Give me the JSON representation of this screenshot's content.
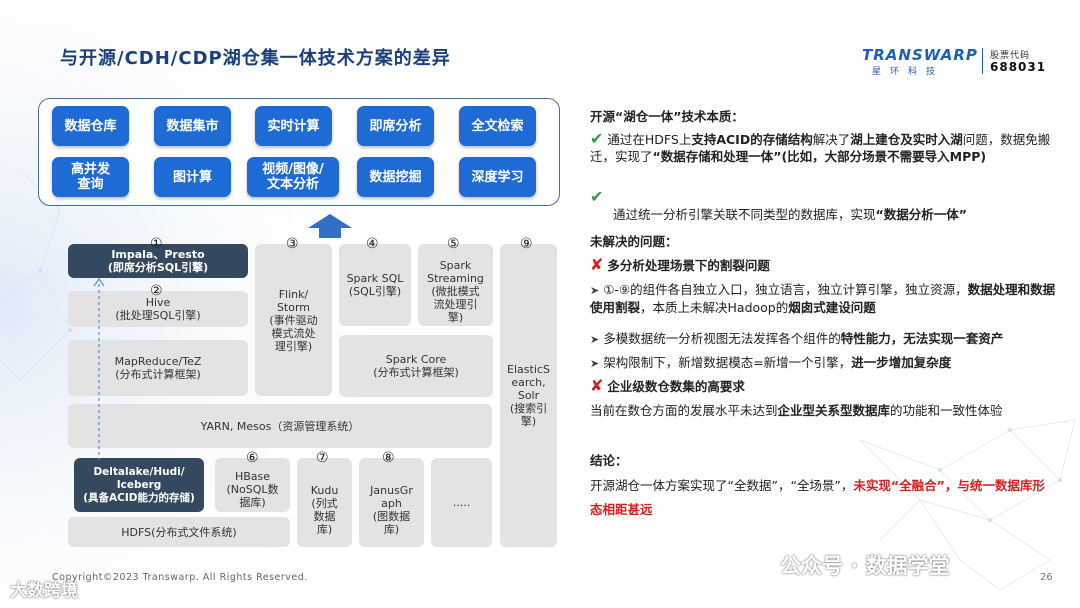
{
  "header": {
    "title": "与开源/CDH/CDP湖仓集一体技术方案的差异",
    "logo_main": "TRANSWARP",
    "logo_sub": "星环科技",
    "stock_label": "股票代码",
    "stock_code": "688031"
  },
  "apps": [
    "数据仓库",
    "数据集市",
    "实时计算",
    "即席分析",
    "全文检索",
    "高并发\n查询",
    "图计算",
    "视频/图像/\n文本分析",
    "数据挖掘",
    "深度学习"
  ],
  "arch": {
    "impala": "Impala、Presto\n(即席分析SQL引擎)",
    "hive": "Hive\n(批处理SQL引擎)",
    "mapreduce": "MapReduce/TeZ\n(分布式计算框架)",
    "yarn": "YARN, Mesos（资源管理系统）",
    "deltalake": "Deltalake/Hudi/\nIceberg\n(具备ACID能力的存储)",
    "hdfs": "HDFS(分布式文件系统)",
    "flink": "Flink/\nStorm\n(事件驱动\n模式流处\n理引擎)",
    "spark_sql": "Spark SQL\n(SQL引擎)",
    "spark_streaming": "Spark\nStreaming\n(微批模式\n流处理引\n擎)",
    "spark_core": "Spark Core\n(分布式计算框架)",
    "elastic": "ElasticS\nearch,\nSolr\n(搜索引\n擎)",
    "hbase": "HBase\n(NoSQL数\n据库)",
    "kudu": "Kudu\n(列式\n数据\n库)",
    "janus": "JanusGr\naph\n(图数据\n库)",
    "more": ".....",
    "nums": [
      "①",
      "②",
      "③",
      "④",
      "⑤",
      "⑥",
      "⑦",
      "⑧",
      "⑨"
    ]
  },
  "right": {
    "h1": "开源“湖仓一体”技术本质：",
    "p1_a": "通过在HDFS上",
    "p1_b": "支持ACID的存储结构",
    "p1_c": "解决了",
    "p1_d": "湖上建仓及实时入湖",
    "p1_e": "问题，数据免搬迁，实现了",
    "p1_f": "“数据存储和处理一体”(比如，大部分场景不需要导入MPP)",
    "p2_a": "通过统一分析引擎关联不同类型的数据库，实现",
    "p2_b": "“数据分析一体”",
    "h2": "未解决的问题：",
    "c1": "多分析处理场景下的割裂问题",
    "b1_a": "①-⑨的组件各自独立入口，独立语言，独立计算引擎，独立资源，",
    "b1_b": "数据处理和数据使用割裂",
    "b1_c": "，本质上未解决Hadoop的",
    "b1_d": "烟囱式建设问题",
    "b2_a": "多模数据统一分析视图无法发挥各个组件的",
    "b2_b": "特性能力，无法实现一套资产",
    "b3_a": "架构限制下，新增数据模态=新增一个引擎，",
    "b3_b": "进一步增加复杂度",
    "c2": "企业级数仓数集的高要求",
    "p3_a": "当前在数仓方面的发展水平未达到",
    "p3_b": "企业型关系型数据库",
    "p3_c": "的功能和一致性体验",
    "h3": "结论：",
    "p4_a": "开源湖仓一体方案实现了“全数据”，“全场景”，",
    "p4_b": "未实现“全融合”，与统一数据库形态相距甚远"
  },
  "footer": {
    "copyright": "Copyright©2023 Transwarp. All Rights Reserved.",
    "page": "26",
    "wm_left": "大数跨境",
    "wm_right": "公众号 · 数据学堂"
  },
  "colors": {
    "app_blue": "#1e6bd6",
    "dark_box": "#34495e",
    "gray_box": "#e3e3e3",
    "red": "#d71f1f",
    "green": "#2a9d46"
  }
}
